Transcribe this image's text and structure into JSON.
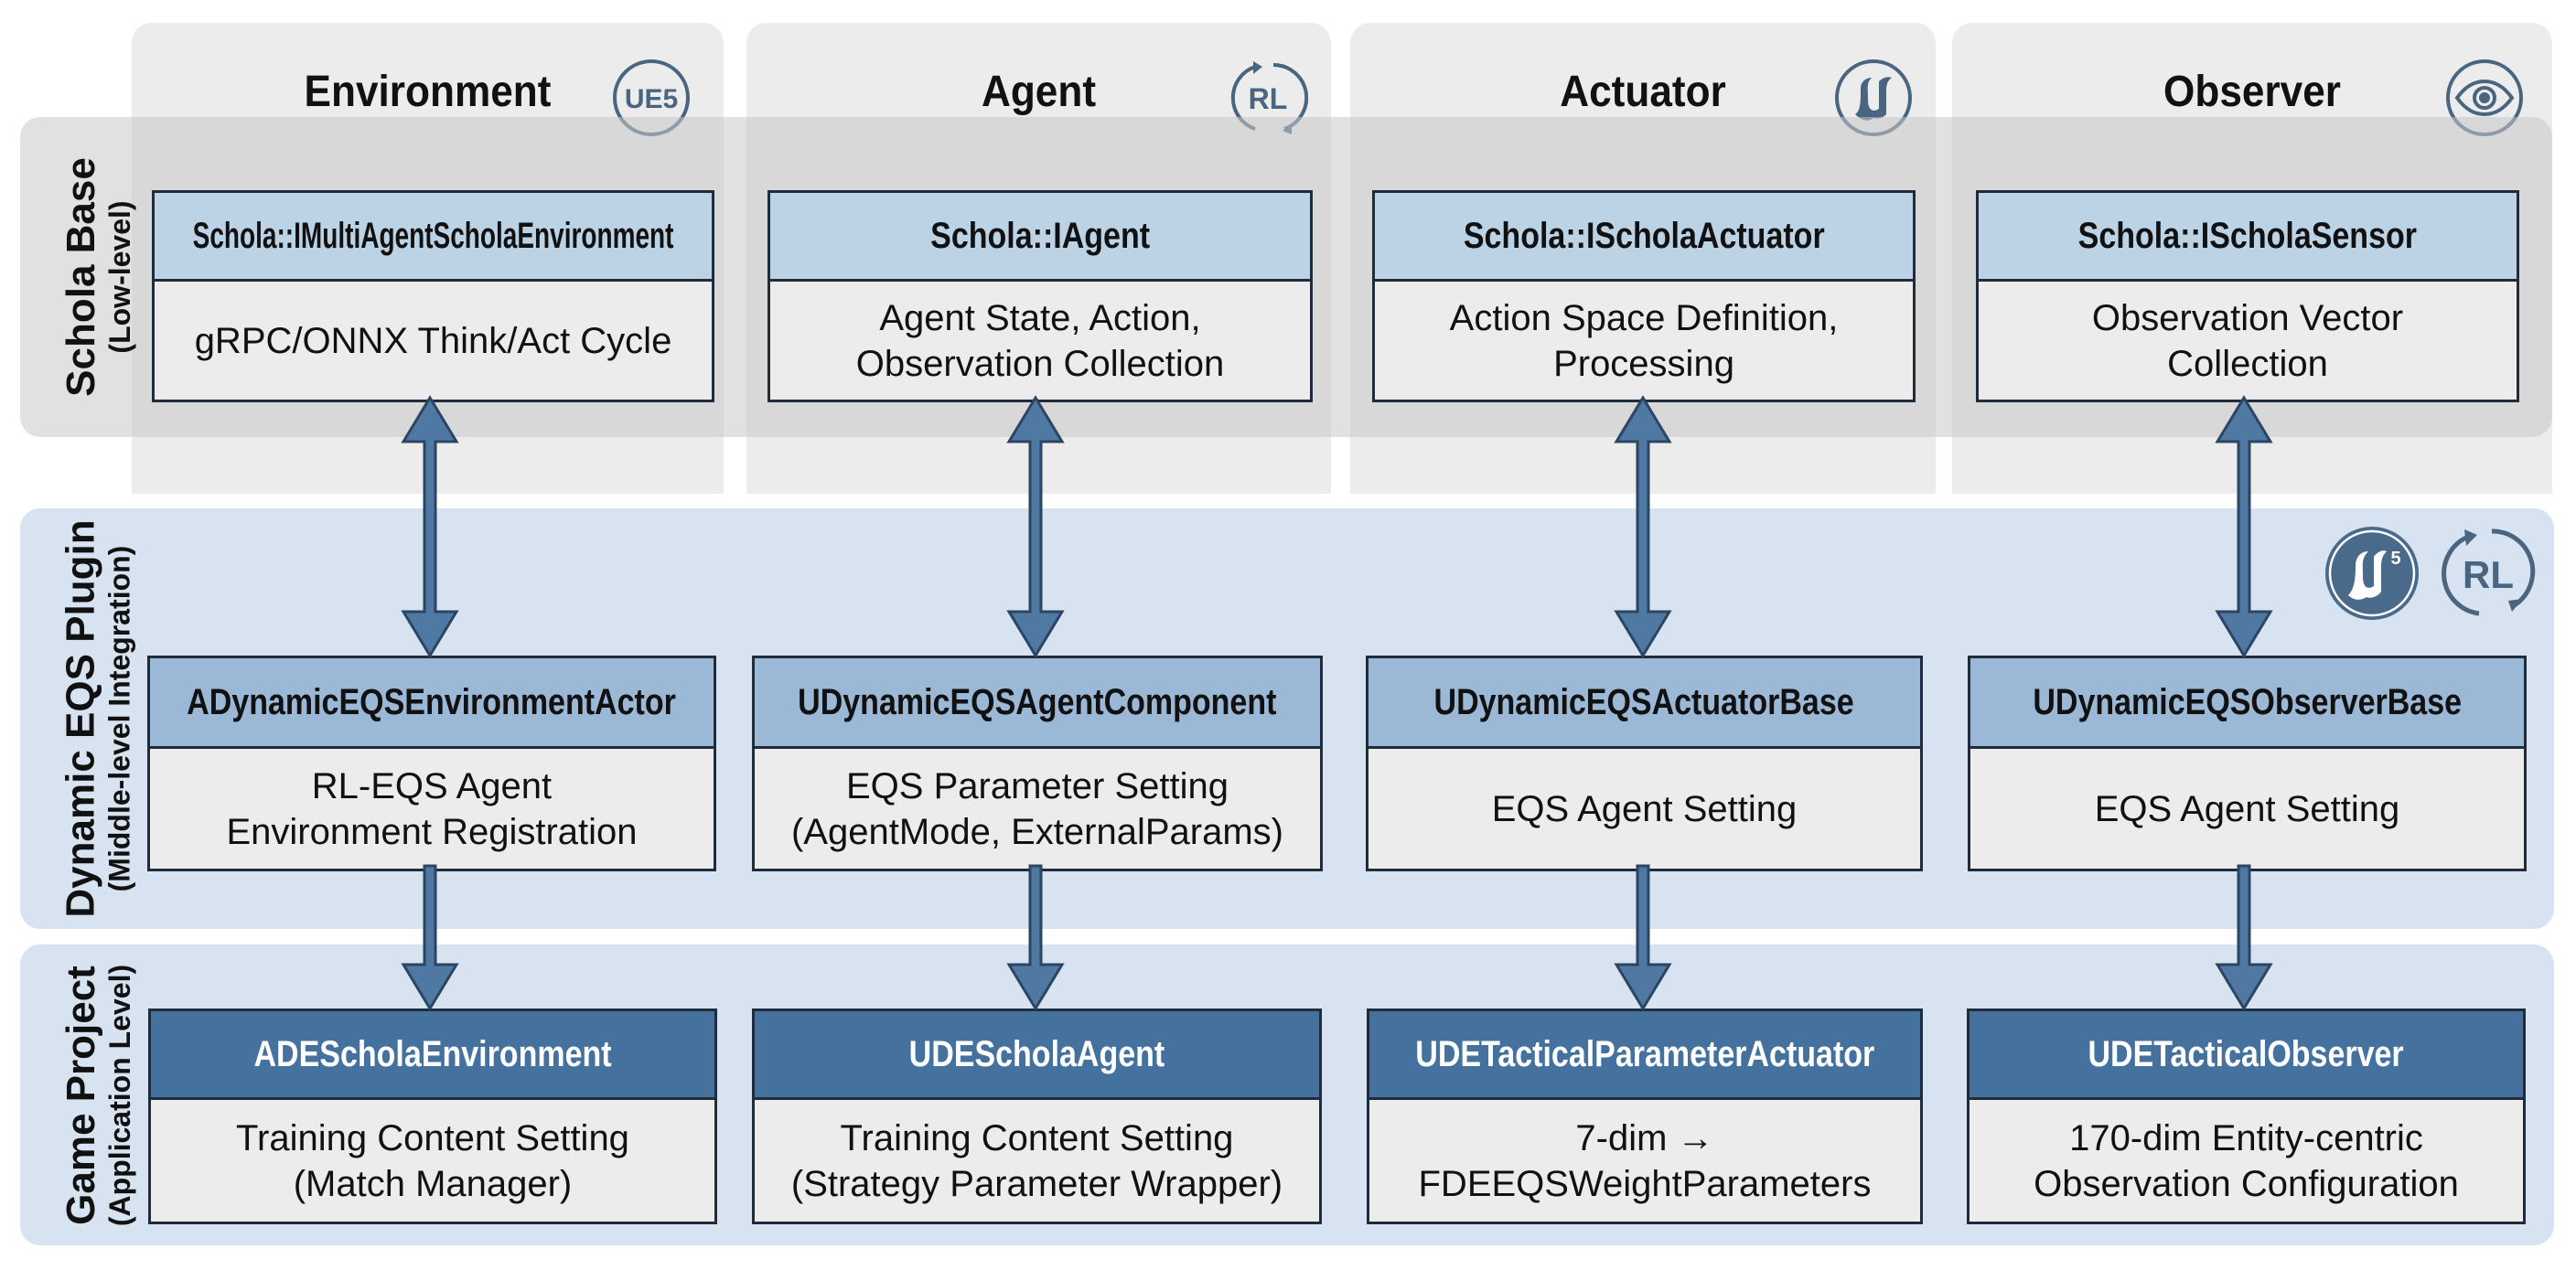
{
  "columns": [
    {
      "title": "Environment",
      "icon": "ue5-text-circle-icon",
      "icon_text": "UE5"
    },
    {
      "title": "Agent",
      "icon": "rl-cycle-icon",
      "icon_text": "RL"
    },
    {
      "title": "Actuator",
      "icon": "unreal-logo-icon",
      "icon_text": ""
    },
    {
      "title": "Observer",
      "icon": "eye-icon",
      "icon_text": ""
    }
  ],
  "layers": [
    {
      "name": "Schola Base",
      "subtitle": "(Low-level)",
      "boxes": [
        {
          "header": "Schola::IMultiAgentScholaEnvironment",
          "body": "gRPC/ONNX Think/Act Cycle"
        },
        {
          "header": "Schola::IAgent",
          "body": "Agent State, Action,\nObservation Collection"
        },
        {
          "header": "Schola::IScholaActuator",
          "body": "Action Space Definition,\nProcessing"
        },
        {
          "header": "Schola::IScholaSensor",
          "body": "Observation Vector\nCollection"
        }
      ]
    },
    {
      "name": "Dynamic EQS Plugin",
      "subtitle": "(Middle-level Integration)",
      "badges": [
        {
          "icon": "unreal-engine-5-logo-icon",
          "text": "5"
        },
        {
          "icon": "rl-cycle-icon",
          "text": "RL"
        }
      ],
      "boxes": [
        {
          "header": "ADynamicEQSEnvironmentActor",
          "body": "RL-EQS Agent\nEnvironment Registration"
        },
        {
          "header": "UDynamicEQSAgentComponent",
          "body": "EQS Parameter Setting\n(AgentMode, ExternalParams)"
        },
        {
          "header": "UDynamicEQSActuatorBase",
          "body": "EQS Agent Setting"
        },
        {
          "header": "UDynamicEQSObserverBase",
          "body": "EQS Agent Setting"
        }
      ]
    },
    {
      "name": "Game Project",
      "subtitle": "(Application Level)",
      "boxes": [
        {
          "header": "ADEScholaEnvironment",
          "body": "Training Content Setting\n(Match Manager)"
        },
        {
          "header": "UDEScholaAgent",
          "body": "Training Content Setting\n(Strategy Parameter Wrapper)"
        },
        {
          "header": "UDETacticalParameterActuator",
          "body": "7-dim →\nFDEEQSWeightParameters"
        },
        {
          "header": "UDETacticalObserver",
          "body": "170-dim Entity-centric\nObservation Configuration"
        }
      ]
    }
  ],
  "connections": [
    {
      "from": "Schola Base",
      "to": "Dynamic EQS Plugin",
      "type": "bidirectional"
    },
    {
      "from": "Dynamic EQS Plugin",
      "to": "Game Project",
      "type": "downward"
    }
  ],
  "colors": {
    "arrow_fill": "#4f78a3",
    "arrow_stroke": "#2b4563",
    "icon": "#4a6580",
    "top_header": "#bcd3e6",
    "mid_header": "#9bb8d6",
    "bot_header": "#44719e",
    "band_blue": "#d7e3f0"
  }
}
